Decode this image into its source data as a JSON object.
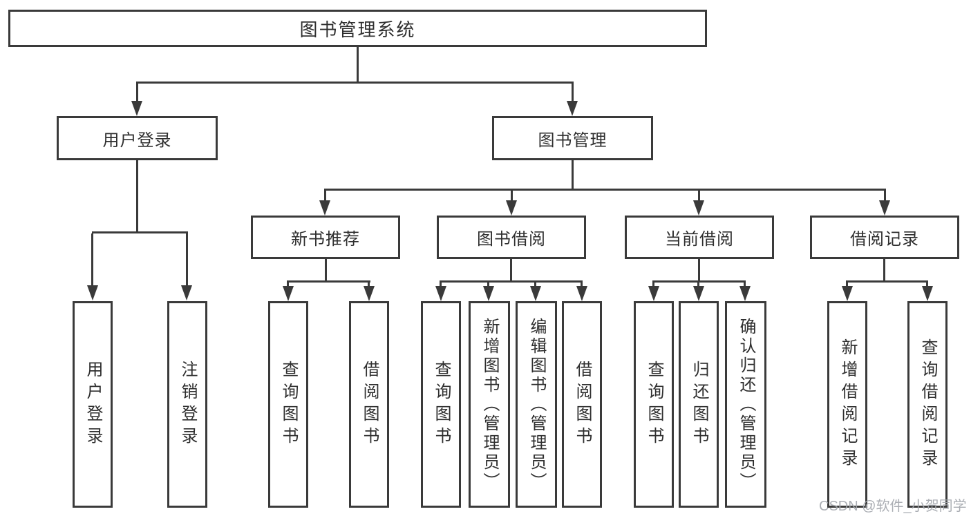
{
  "tree": {
    "root": {
      "label": "图书管理系统"
    },
    "branches": [
      {
        "label": "用户登录",
        "children": [
          {
            "label": "用户登录"
          },
          {
            "label": "注销登录"
          }
        ]
      },
      {
        "label": "图书管理",
        "sections": [
          {
            "label": "新书推荐",
            "children": [
              {
                "label": "查询图书"
              },
              {
                "label": "借阅图书"
              }
            ]
          },
          {
            "label": "图书借阅",
            "children": [
              {
                "label": "查询图书"
              },
              {
                "label": "新增图书（管理员）"
              },
              {
                "label": "编辑图书（管理员）"
              },
              {
                "label": "借阅图书"
              }
            ]
          },
          {
            "label": "当前借阅",
            "children": [
              {
                "label": "查询图书"
              },
              {
                "label": "归还图书"
              },
              {
                "label": "确认归还（管理员）"
              }
            ]
          },
          {
            "label": "借阅记录",
            "children": [
              {
                "label": "新增借阅记录"
              },
              {
                "label": "查询借阅记录"
              }
            ]
          }
        ]
      }
    ]
  },
  "watermark": {
    "text": "CSDN @软件_小贺同学"
  },
  "colors": {
    "line": "#3a3a3a",
    "text": "#2f2f2f",
    "watermark": "#a2a6ac",
    "background": "#ffffff"
  }
}
